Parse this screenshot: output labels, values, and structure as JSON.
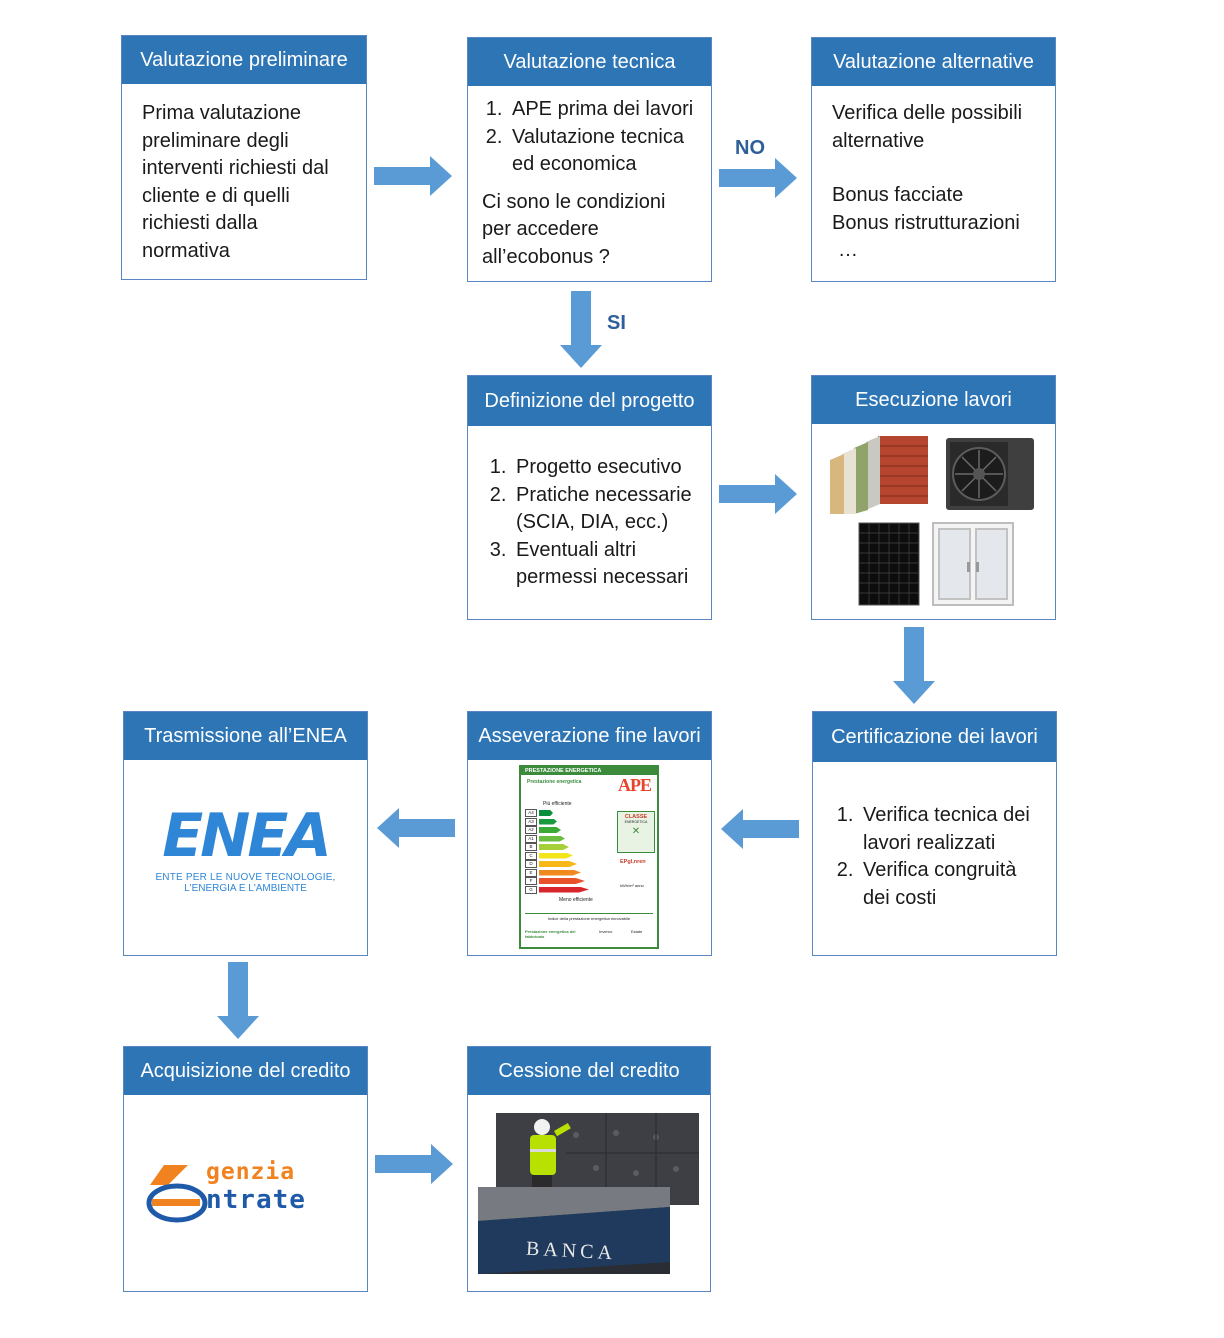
{
  "boxes": {
    "valutazione_preliminare": {
      "title": "Valutazione preliminare",
      "text": "Prima valutazione preliminare degli interventi richiesti dal cliente e di quelli richiesti dalla normativa"
    },
    "valutazione_tecnica": {
      "title": "Valutazione tecnica",
      "items": [
        "APE prima dei lavori",
        "Valutazione tecnica ed economica"
      ],
      "question": "Ci sono le condizioni per accedere all’ecobonus ?"
    },
    "valutazione_alternative": {
      "title": "Valutazione alternative",
      "text": "Verifica delle possibili alternative",
      "bonus1": "Bonus facciate",
      "bonus2": "Bonus ristrutturazioni",
      "ellipsis": "…"
    },
    "definizione_progetto": {
      "title": "Definizione del progetto",
      "items": [
        "Progetto esecutivo",
        "Pratiche necessarie (SCIA, DIA, ecc.)",
        "Eventuali altri permessi necessari"
      ]
    },
    "esecuzione_lavori": {
      "title": "Esecuzione lavori"
    },
    "certificazione_lavori": {
      "title": "Certificazione dei lavori",
      "items": [
        "Verifica tecnica dei lavori realizzati",
        "Verifica congruità dei costi"
      ]
    },
    "asseverazione": {
      "title": "Asseverazione fine lavori"
    },
    "trasmissione_enea": {
      "title": "Trasmissione all’ENEA",
      "logo_text": "ENEA",
      "logo_sub1": "ENTE PER LE NUOVE TECNOLOGIE,",
      "logo_sub2": "L'ENERGIA E L'AMBIENTE"
    },
    "acquisizione_credito": {
      "title": "Acquisizione del credito",
      "logo_line1": "genzia",
      "logo_line2": "ntrate"
    },
    "cessione_credito": {
      "title": "Cessione del credito",
      "bank_sign": "BANCA"
    }
  },
  "labels": {
    "no": "NO",
    "si": "SI"
  },
  "ape_card": {
    "header": "PRESTAZIONE ENERGETICA",
    "sub": "Prestazione energetica",
    "badge": "APE",
    "classe": "CLASSE",
    "classe_sub": "ENERGETICA",
    "more_eff": "Più efficiente",
    "less_eff": "Meno efficiente",
    "ep": "EPgl,nren",
    "unit": "kWh/m² anno",
    "classes": [
      "A4",
      "A3",
      "A2",
      "A1",
      "B",
      "C",
      "D",
      "E",
      "F",
      "G"
    ],
    "footer1": "Indice della prestazione energetica rinnovabile",
    "footer2": "Prestazione energetica del fabbricato",
    "inverno": "Inverno",
    "estate": "Estate"
  },
  "colors": {
    "header": "#2e75b6",
    "arrow": "#5b9bd5",
    "border": "#5b86c4",
    "enea": "#2f86d6",
    "agenzia_orange": "#f08220",
    "agenzia_blue": "#1f5aa8"
  }
}
